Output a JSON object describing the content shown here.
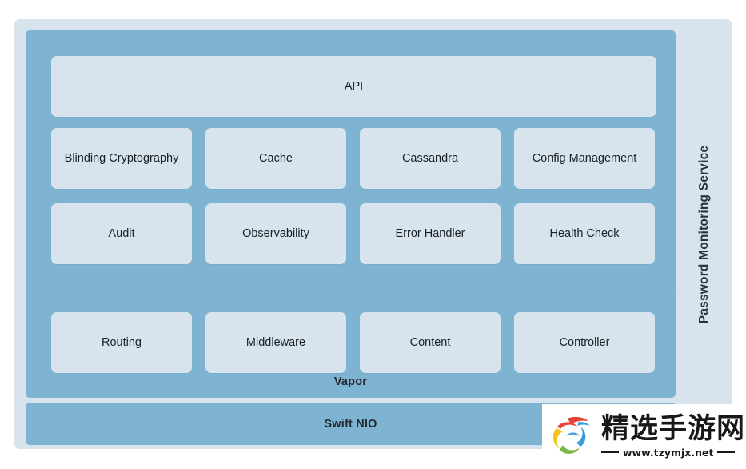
{
  "diagram": {
    "service_label": "Password Monitoring Service",
    "colors": {
      "panel_blue": "#7eb4d2",
      "card_light": "#d7e4ee",
      "text_dark": "#1b2024",
      "page_background": "#ffffff"
    },
    "application_panel": {
      "api_card": "API",
      "rows": [
        [
          "Blinding Cryptography",
          "Cache",
          "Cassandra",
          "Config Management"
        ],
        [
          "Audit",
          "Observability",
          "Error Handler",
          "Health Check"
        ]
      ]
    },
    "vapor_panel": {
      "label": "Vapor",
      "cards": [
        "Routing",
        "Middleware",
        "Content",
        "Controller"
      ]
    },
    "nio_panel": {
      "label": "Swift NIO"
    }
  },
  "watermark": {
    "site_name": "精选手游网",
    "url": "www.tzymjx.net"
  }
}
